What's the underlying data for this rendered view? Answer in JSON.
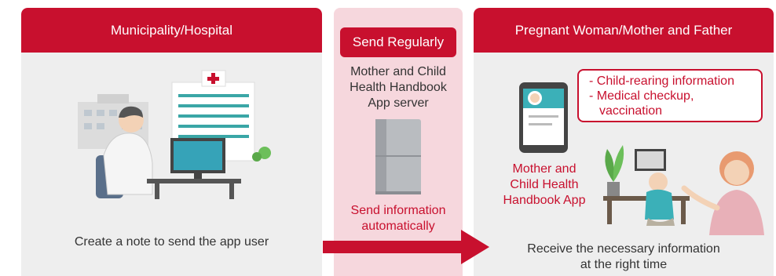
{
  "left_panel": {
    "title": "Municipality/Hospital",
    "caption": "Create a note to send the app user"
  },
  "middle_panel": {
    "badge": "Send Regularly",
    "server_label_lines": [
      "Mother and Child",
      "Health Handbook",
      "App server"
    ],
    "auto_label_lines": [
      "Send information",
      "automatically"
    ]
  },
  "right_panel": {
    "title": "Pregnant Woman/Mother and Father",
    "callout_lines": [
      "- Child-rearing information",
      "- Medical checkup,",
      "vaccination"
    ],
    "app_label_lines": [
      "Mother and",
      "Child Health",
      "Handbook App"
    ],
    "caption_lines": [
      "Receive the necessary information",
      "at the right time"
    ]
  },
  "colors": {
    "accent": "#c8102e",
    "panel_bg": "#eeeeee",
    "middle_bg": "#f6d7dd"
  },
  "icons": [
    "hospital-building-icon",
    "doctor-at-computer-icon",
    "server-icon",
    "tablet-app-icon",
    "family-illustration-icon",
    "flow-arrow-icon"
  ]
}
